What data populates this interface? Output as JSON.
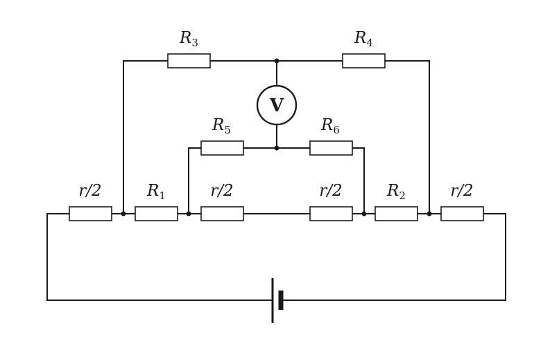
{
  "components": {
    "r3": {
      "symbol": "R",
      "subscript": "3"
    },
    "r4": {
      "symbol": "R",
      "subscript": "4"
    },
    "r5": {
      "symbol": "R",
      "subscript": "5"
    },
    "r6": {
      "symbol": "R",
      "subscript": "6"
    },
    "r1": {
      "symbol": "R",
      "subscript": "1"
    },
    "r2": {
      "symbol": "R",
      "subscript": "2"
    },
    "half_r_1": {
      "label": "r/2"
    },
    "half_r_2": {
      "label": "r/2"
    },
    "half_r_3": {
      "label": "r/2"
    },
    "half_r_4": {
      "label": "r/2"
    }
  },
  "voltmeter": {
    "label": "V"
  },
  "colors": {
    "line": "#1a1a1a",
    "background": "#ffffff"
  }
}
